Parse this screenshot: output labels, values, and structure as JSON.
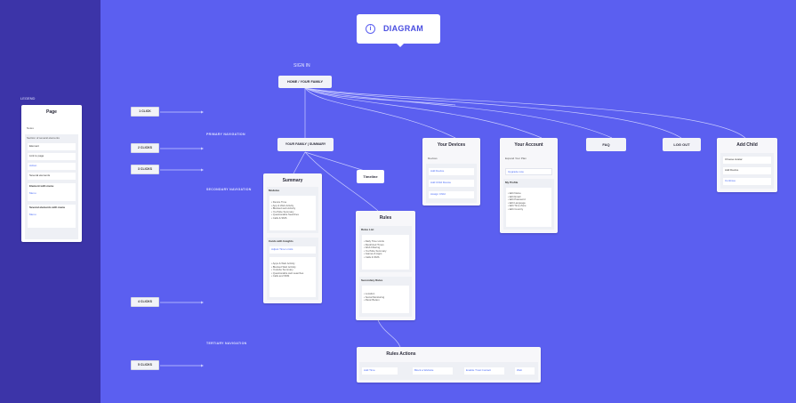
{
  "header": {
    "title": "DIAGRAM",
    "info_icon": "info-icon"
  },
  "signin": "SIGN IN",
  "home": "HOME / YOUR FAMILY",
  "nav_labels": {
    "primary": "PRIMARY NAVIGATION",
    "secondary": "SECONDARY NAVIGATION",
    "tertiary": "TERTIARY NAVIGATION"
  },
  "clicks": [
    "1 CLICK",
    "2 CLICKS",
    "3 CLICKS",
    "4 CLICKS",
    "5 CLICKS"
  ],
  "legend": {
    "label": "LEGEND",
    "title": "Page",
    "notes": "Notes",
    "section": "Section of several elements",
    "items": [
      "Element",
      "Link to page",
      "Action",
      "Several elements"
    ],
    "menu_title": "Element with menu",
    "menu_sub": "Menu",
    "menu2_title": "Several elements with menu",
    "menu2_sub": "Menu"
  },
  "primary": {
    "summary": "YOUR FAMILY  |  SUMMARY",
    "devices": {
      "title": "Your Devices",
      "label": "Devices",
      "items": [
        "Add Device",
        "Add Child Device",
        "Assign Child"
      ]
    },
    "account": {
      "title": "Your Account",
      "label": "Expand Your Plan",
      "upgrade": "Upgrade now",
      "profile_label": "My Profile",
      "profile_items": [
        "Edit Name",
        "Edit Email",
        "Edit Password",
        "Edit Language",
        "Edit Time Zone",
        "Edit Country"
      ]
    },
    "faq": "FAQ",
    "logout": "LOG OUT",
    "addchild": {
      "title": "Add Child",
      "items": [
        "Choose Avatar",
        "Add Device",
        "Continue"
      ]
    }
  },
  "secondary": {
    "summary": {
      "title": "Summary",
      "modules_label": "Modules",
      "modules": [
        "Device Time",
        "App & Web Activity",
        "Blocked web Activity",
        "YouTube Summary",
        "Questionable Searches",
        "Calls & SMS"
      ],
      "insights_label": "Cards with Insights",
      "insights_link": "Adjust Time Limits",
      "insights": [
        "Apps & Web Activity",
        "Blocked Web Activity",
        "Youtube Summary",
        "Questionable web searches",
        "Calls and SMS"
      ]
    },
    "timeline": "Timeline",
    "rules": {
      "title": "Rules",
      "list_label": "Rules List",
      "list": [
        "Daily Time Limits",
        "Restricted Times",
        "Web Filtering",
        "YouTube Summary",
        "Games & Apps",
        "Calls & SMS"
      ],
      "secondary_label": "Secondary Rules",
      "secondary": [
        "Location",
        "Social Monitoring",
        "Panic Button"
      ]
    }
  },
  "tertiary": {
    "title": "Rules Actions",
    "items": [
      "Add Time",
      "Block a Website",
      "Enable Trust Contact",
      "Web"
    ]
  }
}
